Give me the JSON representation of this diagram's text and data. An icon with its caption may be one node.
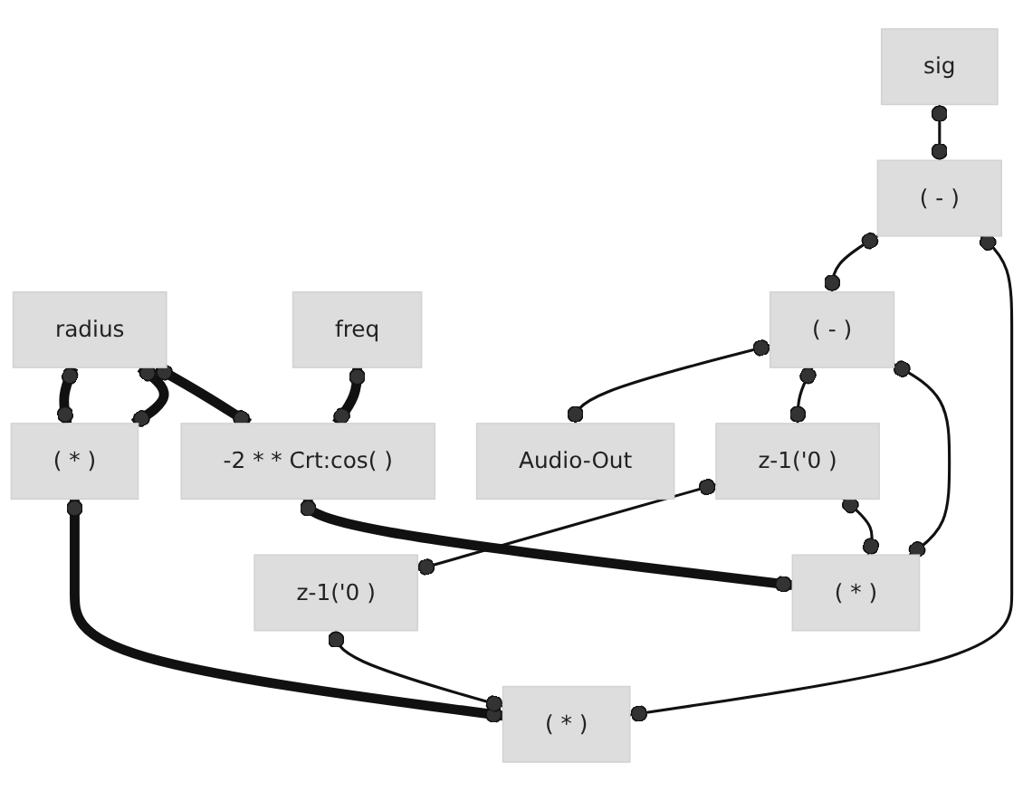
{
  "diagram": {
    "nodes": [
      {
        "text": [
          "sig"
        ]
      },
      {
        "text": [
          "radius"
        ]
      },
      {
        "text": [
          "freq"
        ]
      },
      {
        "text": [
          "( * )"
        ]
      },
      {
        "text": [
          "-2 * * Crt:cos( )"
        ]
      },
      {
        "text": [
          "( * )"
        ]
      },
      {
        "text": [
          "( * )"
        ]
      },
      {
        "text": [
          "z-1('0 )"
        ]
      },
      {
        "text": [
          "( - )"
        ]
      },
      {
        "text": [
          "( - )"
        ]
      },
      {
        "text": [
          "z-1('0 )"
        ]
      },
      {
        "text": [
          "Audio-Out"
        ]
      }
    ],
    "edges": [
      {
        "from": 1,
        "to": 3,
        "arrow": "other",
        "style": "thick"
      },
      {
        "from": 1,
        "to": 3,
        "arrow": "other",
        "style": "thick"
      },
      {
        "from": 1,
        "to": 4,
        "arrow": "other",
        "style": "thick"
      },
      {
        "from": 2,
        "to": 4,
        "arrow": "other",
        "style": "thick"
      },
      {
        "from": 3,
        "to": 5,
        "arrow": "other",
        "style": "thick"
      },
      {
        "from": 4,
        "to": 6,
        "arrow": "other",
        "style": "thick"
      },
      {
        "from": 0,
        "to": 8,
        "arrow": "other"
      },
      {
        "from": 5,
        "to": 8,
        "arrow": "other"
      },
      {
        "from": 8,
        "to": 9,
        "arrow": "other"
      },
      {
        "from": 6,
        "to": 9,
        "arrow": "other"
      },
      {
        "from": 9,
        "to": 11,
        "arrow": "other"
      },
      {
        "from": 9,
        "to": 7,
        "arrow": "other"
      },
      {
        "from": 7,
        "to": 10,
        "arrow": "other"
      },
      {
        "from": 7,
        "to": 6,
        "arrow": "other"
      },
      {
        "from": 10,
        "to": 5,
        "arrow": "other"
      }
    ]
  }
}
